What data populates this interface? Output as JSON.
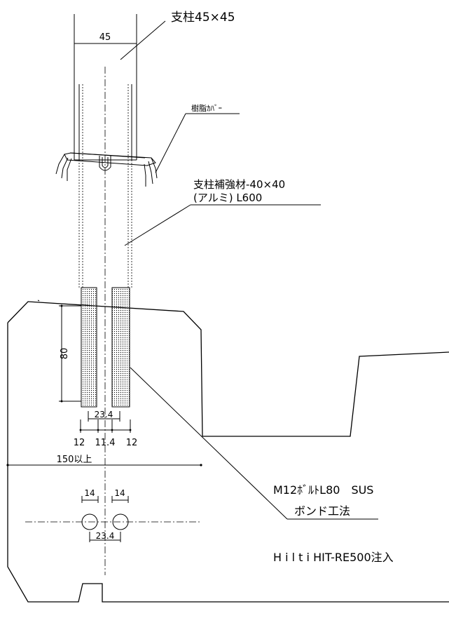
{
  "labels": {
    "post": "支柱45×45",
    "post_width": "45",
    "resin_cover": "樹脂ｶﾊﾞｰ",
    "reinforcement_line1": "支柱補強材-40×40",
    "reinforcement_line2": "(アルミ) L600",
    "depth": "80",
    "dim_23_4_top": "23.4",
    "dim_12_left": "12",
    "dim_11_4": "11.4",
    "dim_12_right": "12",
    "dim_150": "150以上",
    "dim_14_left": "14",
    "dim_14_right": "14",
    "dim_23_4_bottom": "23.4",
    "bolt_line1": "M12ﾎﾞﾙﾄL80　SUS",
    "bolt_line2": "ボンド工法",
    "injection": "H i l t i HIT-RE500注入"
  }
}
